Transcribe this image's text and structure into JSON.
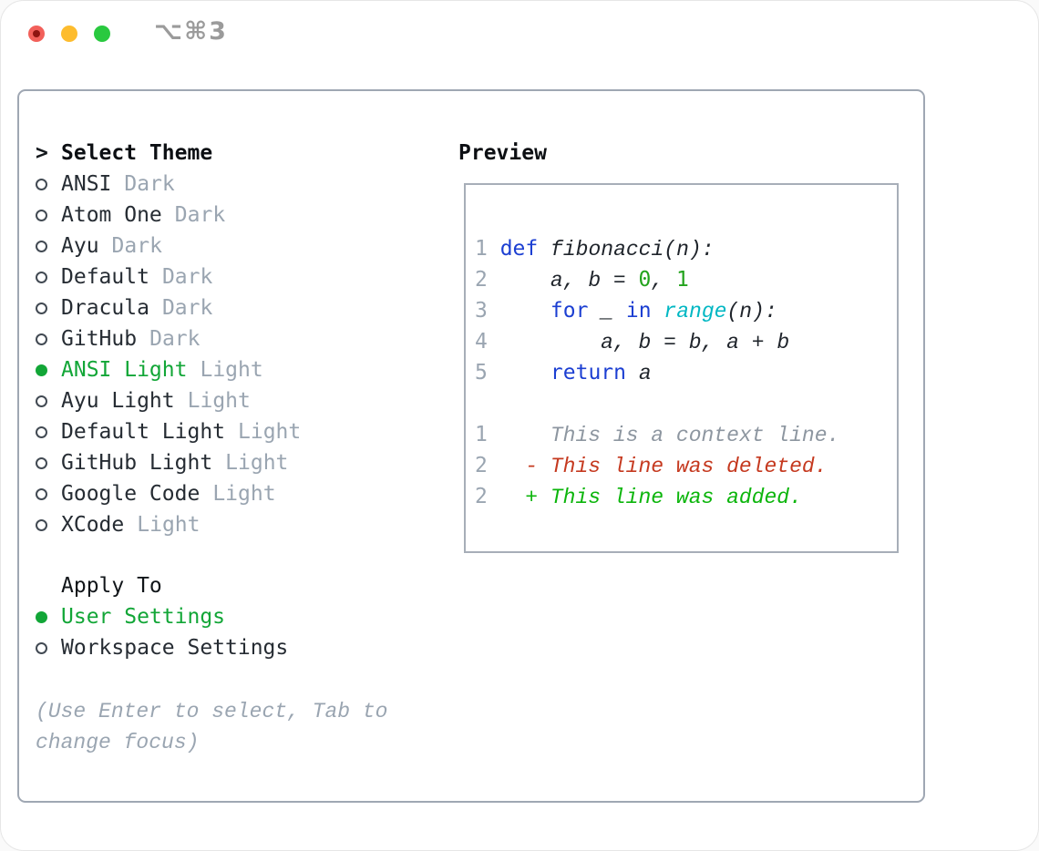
{
  "window": {
    "shortcut": "⌥⌘3",
    "traffic_lights": [
      "close",
      "minimize",
      "zoom"
    ]
  },
  "colors": {
    "selection_green": "#12a637",
    "keyword_blue": "#1c3fd2",
    "builtin_cyan": "#00b7c3",
    "number_green": "#23a31d",
    "diff_added_green": "#0bb50b",
    "diff_deleted_red": "#c5391f",
    "muted_gray": "#9aa5b1",
    "border_gray": "#a7aeb8",
    "traffic_red": "#f2605a",
    "traffic_yellow": "#fdbc2e",
    "traffic_green": "#29c93f"
  },
  "theme_panel": {
    "title_prefix": ">",
    "title": "Select Theme",
    "themes": [
      {
        "name": "ANSI",
        "variant": "Dark",
        "selected": false
      },
      {
        "name": "Atom One",
        "variant": "Dark",
        "selected": false
      },
      {
        "name": "Ayu",
        "variant": "Dark",
        "selected": false
      },
      {
        "name": "Default",
        "variant": "Dark",
        "selected": false
      },
      {
        "name": "Dracula",
        "variant": "Dark",
        "selected": false
      },
      {
        "name": "GitHub",
        "variant": "Dark",
        "selected": false
      },
      {
        "name": "ANSI Light",
        "variant": "Light",
        "selected": true
      },
      {
        "name": "Ayu Light",
        "variant": "Light",
        "selected": false
      },
      {
        "name": "Default Light",
        "variant": "Light",
        "selected": false
      },
      {
        "name": "GitHub Light",
        "variant": "Light",
        "selected": false
      },
      {
        "name": "Google Code",
        "variant": "Light",
        "selected": false
      },
      {
        "name": "XCode",
        "variant": "Light",
        "selected": false
      }
    ],
    "apply_to": {
      "title": "Apply To",
      "options": [
        {
          "label": "User Settings",
          "selected": true
        },
        {
          "label": "Workspace Settings",
          "selected": false
        }
      ]
    },
    "hint": "(Use Enter to select, Tab to change focus)"
  },
  "preview": {
    "title": "Preview",
    "code_lines": [
      {
        "num": "1",
        "segs": [
          {
            "c": "kw",
            "t": "def"
          },
          {
            "c": "pl",
            "t": " fibonacci(n):"
          }
        ]
      },
      {
        "num": "2",
        "segs": [
          {
            "c": "pl",
            "t": "    a, b = "
          },
          {
            "c": "nu",
            "t": "0"
          },
          {
            "c": "pl",
            "t": ", "
          },
          {
            "c": "nu",
            "t": "1"
          }
        ]
      },
      {
        "num": "3",
        "segs": [
          {
            "c": "pl",
            "t": "    "
          },
          {
            "c": "kw",
            "t": "for"
          },
          {
            "c": "pl",
            "t": " _ "
          },
          {
            "c": "kw",
            "t": "in"
          },
          {
            "c": "pl",
            "t": " "
          },
          {
            "c": "fn",
            "t": "range"
          },
          {
            "c": "pl",
            "t": "(n):"
          }
        ]
      },
      {
        "num": "4",
        "segs": [
          {
            "c": "pl",
            "t": "        a, b = b, a + b"
          }
        ]
      },
      {
        "num": "5",
        "segs": [
          {
            "c": "pl",
            "t": "    "
          },
          {
            "c": "kw",
            "t": "return"
          },
          {
            "c": "pl",
            "t": " a"
          }
        ]
      }
    ],
    "diff_lines": [
      {
        "num": "1",
        "kind": "context",
        "text": "     This is a context line."
      },
      {
        "num": "2",
        "kind": "deleted",
        "text": "   - This line was deleted."
      },
      {
        "num": "2",
        "kind": "added",
        "text": "   + This line was added."
      }
    ]
  }
}
